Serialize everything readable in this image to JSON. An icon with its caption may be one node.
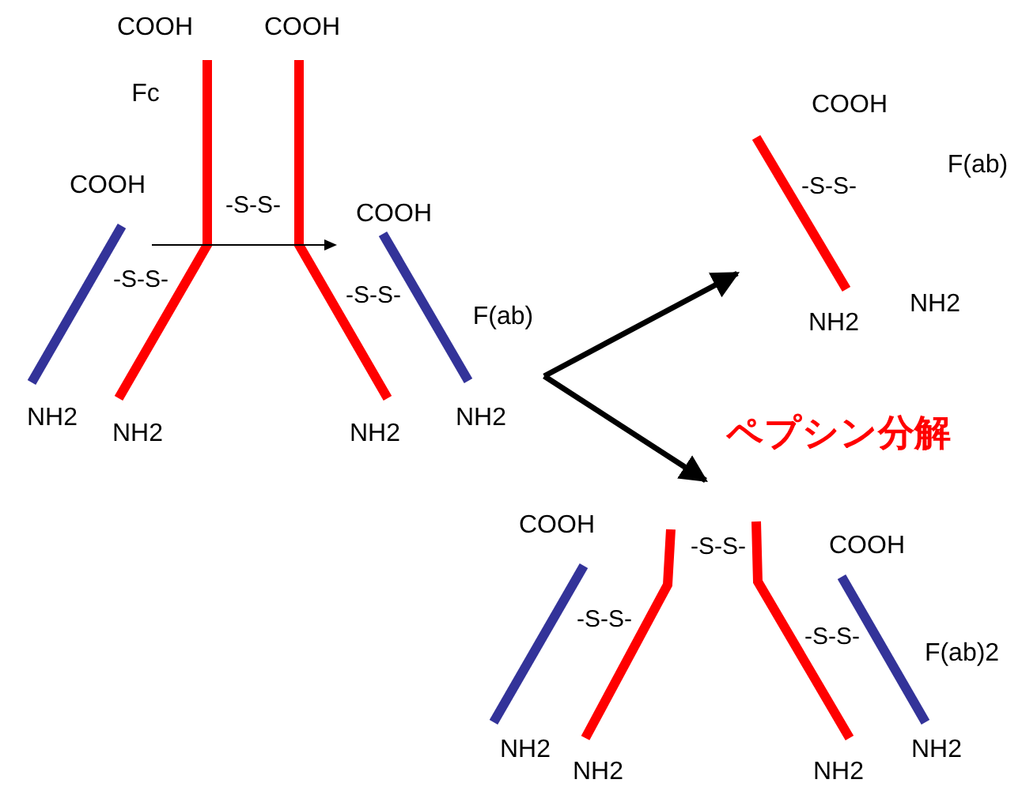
{
  "diagram": {
    "nodes": [
      {
        "text": [],
        "shape": "picture"
      },
      {
        "text": [],
        "shape": "picture"
      },
      {
        "text": [],
        "shape": "picture"
      }
    ],
    "edges": [
      {
        "from": 0,
        "to": 1,
        "arrow": "to"
      },
      {
        "from": 0,
        "to": 2,
        "arrow": "to"
      }
    ],
    "labels": [
      "COOH",
      "COOH",
      "Fc",
      "COOH",
      "-S-S-",
      "COOH",
      "-S-S-",
      "-S-S-",
      "F(ab)",
      "NH2",
      "NH2",
      "NH2",
      "NH2",
      "COOH",
      "-S-S-",
      "F(ab)",
      "NH2",
      "NH2",
      "ペプシン分解",
      "COOH",
      "-S-S-",
      "COOH",
      "-S-S-",
      "-S-S-",
      "F(ab)2",
      "NH2",
      "NH2",
      "NH2",
      "NH2"
    ]
  }
}
